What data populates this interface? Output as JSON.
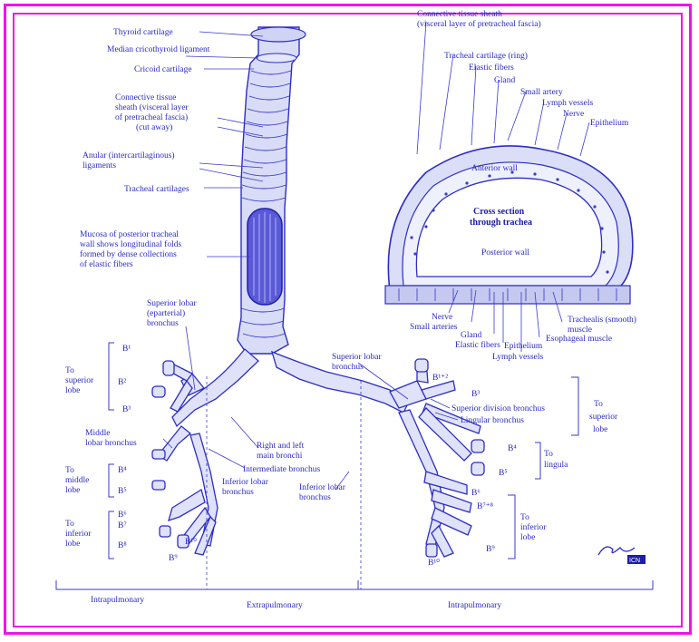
{
  "labels": {
    "thyroid": "Thyroid cartilage",
    "cricothyroid": "Median cricothyroid ligament",
    "cricoid": "Cricoid cartilage",
    "sheath_left_1": "Connective tissue",
    "sheath_left_2": "sheath (visceral layer",
    "sheath_left_3": "of pretracheal fascia)",
    "sheath_left_4": "(cut away)",
    "anular_1": "Anular (intercartilaginous)",
    "anular_2": "ligaments",
    "tracheal_cart": "Tracheal cartilages",
    "mucosa_1": "Mucosa of posterior tracheal",
    "mucosa_2": "wall shows longitudinal folds",
    "mucosa_3": "formed by dense collections",
    "mucosa_4": "of elastic fibers",
    "sup_lobar_left_1": "Superior lobar",
    "sup_lobar_left_2": "(eparterial)",
    "sup_lobar_left_3": "bronchus",
    "to_sup_lobe_l_1": "To",
    "to_sup_lobe_l_2": "superior",
    "to_sup_lobe_l_3": "lobe",
    "middle_lobar_1": "Middle",
    "middle_lobar_2": "lobar bronchus",
    "to_middle_1": "To",
    "to_middle_2": "middle",
    "to_middle_3": "lobe",
    "to_inf_l_1": "To",
    "to_inf_l_2": "inferior",
    "to_inf_l_3": "lobe",
    "main_bronchi_1": "Right and left",
    "main_bronchi_2": "main bronchi",
    "intermediate": "Intermediate bronchus",
    "inf_lobar_l_1": "Inferior lobar",
    "inf_lobar_l_2": "bronchus",
    "inf_lobar_r_1": "Inferior lobar",
    "inf_lobar_r_2": "bronchus",
    "sup_lobar_r_1": "Superior lobar",
    "sup_lobar_r_2": "bronchus",
    "sup_division": "Superior division bronchus",
    "lingular": "Lingular bronchus",
    "to_sup_r_1": "To",
    "to_sup_r_2": "superior",
    "to_sup_r_3": "lobe",
    "to_lingula_1": "To",
    "to_lingula_2": "lingula",
    "to_inf_r_1": "To",
    "to_inf_r_2": "inferior",
    "to_inf_r_3": "lobe",
    "intrapulmonary_left": "Intrapulmonary",
    "extrapulmonary": "Extrapulmonary",
    "intrapulmonary_right": "Intrapulmonary",
    "xs_sheath_1": "Connective tissue sheath",
    "xs_sheath_2": "(visceral layer of pretracheal fascia)",
    "xs_cartilage": "Tracheal cartilage (ring)",
    "xs_elastic_top": "Elastic fibers",
    "xs_gland_top": "Gland",
    "xs_small_artery_top": "Small artery",
    "xs_lymph_top": "Lymph vessels",
    "xs_nerve_top": "Nerve",
    "xs_epithelium_top": "Epithelium",
    "xs_anterior": "Anterior wall",
    "xs_title_1": "Cross section",
    "xs_title_2": "through trachea",
    "xs_posterior": "Posterior wall",
    "xs_nerve_bot": "Nerve",
    "xs_small_arteries": "Small arteries",
    "xs_gland_bot": "Gland",
    "xs_elastic_bot": "Elastic fibers",
    "xs_epithelium_bot": "Epithelium",
    "xs_lymph_bot": "Lymph vessels",
    "xs_esophageal": "Esophageal muscle",
    "xs_trachealis_1": "Trachealis (smooth)",
    "xs_trachealis_2": "muscle",
    "b1": "B¹",
    "b2": "B²",
    "b3": "B³",
    "b4": "B⁴",
    "b5": "B⁵",
    "b6": "B⁶",
    "b7": "B⁷",
    "b8": "B⁸",
    "b9": "B⁹",
    "b10": "B¹⁰",
    "rb12": "B¹⁺²",
    "rb3": "B³",
    "rb4": "B⁴",
    "rb5": "B⁵",
    "rb6": "B⁶",
    "rb78": "B⁷⁺⁸",
    "rb9": "B⁹",
    "rb10": "B¹⁰"
  },
  "signature": "F. Netter",
  "colors": {
    "frame": "#ee14e8",
    "ink": "#2a2ac8",
    "fill": "#d8dcf6"
  }
}
